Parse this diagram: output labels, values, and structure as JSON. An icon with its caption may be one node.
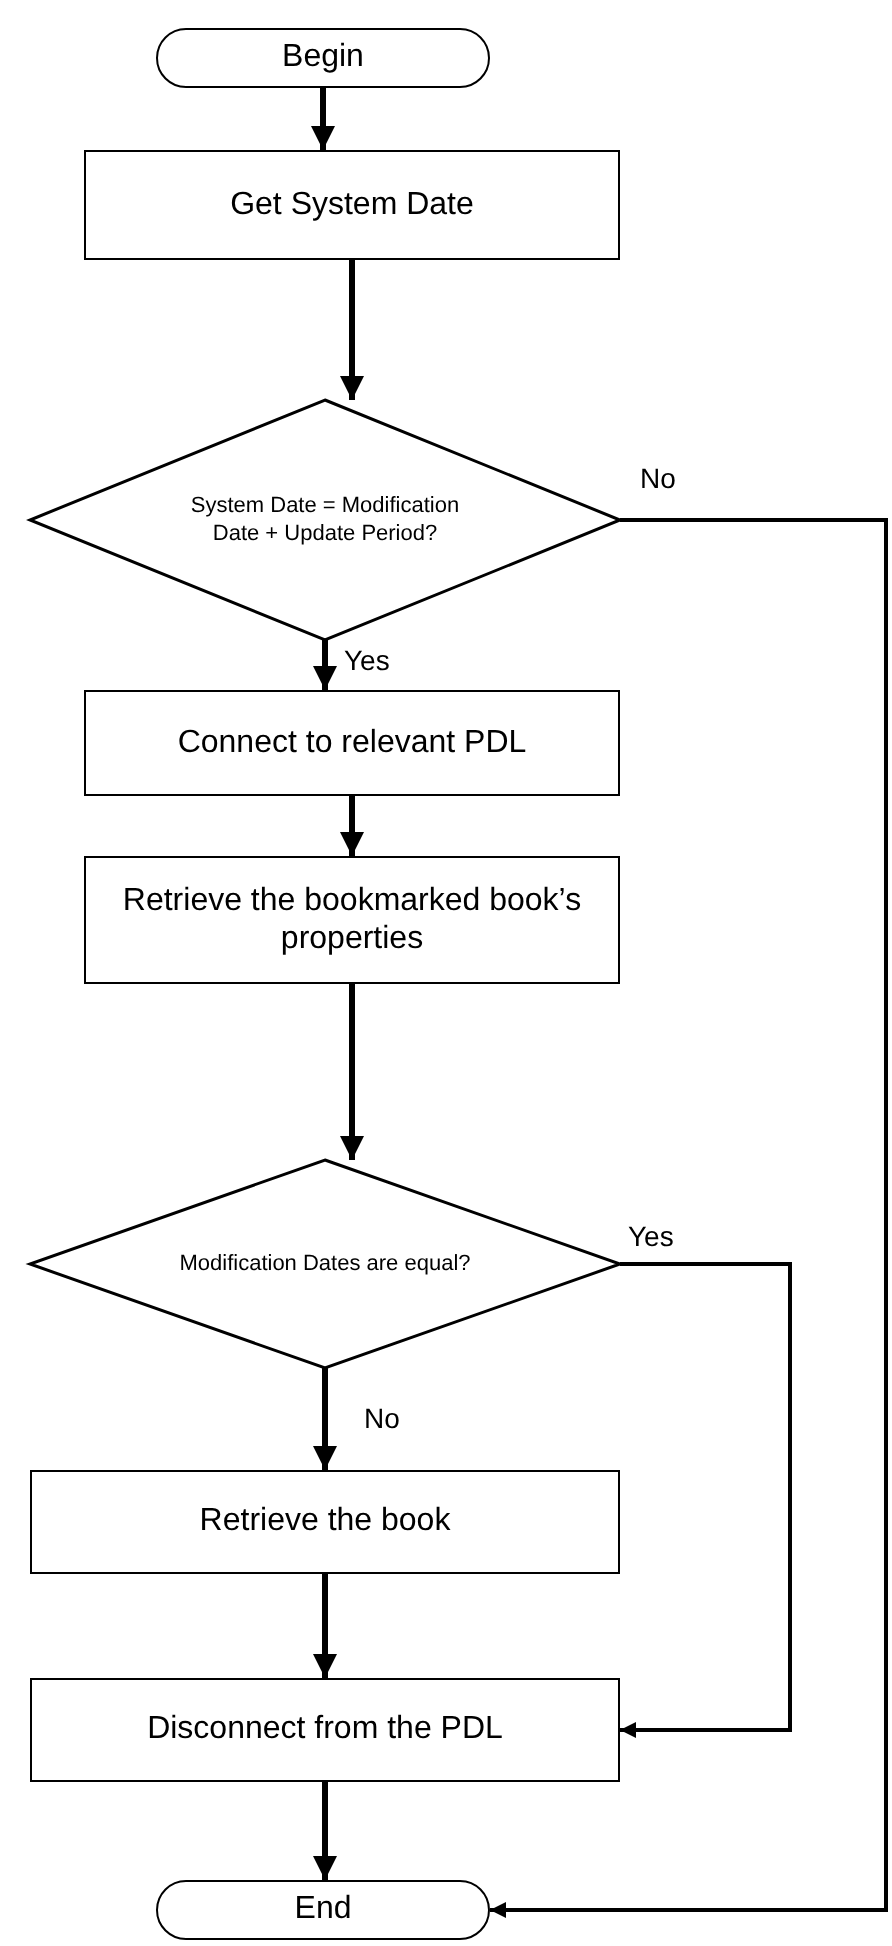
{
  "diagram": {
    "nodes": [
      {
        "text": [
          "Begin"
        ]
      },
      {
        "text": [
          "Get System Date"
        ]
      },
      {
        "text": [
          "System Date = Modification Date + Update Period?"
        ]
      },
      {
        "text": [
          "Connect to relevant PDL"
        ]
      },
      {
        "text": [
          "Retrieve the bookmarked book’s properties"
        ]
      },
      {
        "text": [
          "Modification Dates are equal?"
        ]
      },
      {
        "text": [
          "Retrieve the book"
        ]
      },
      {
        "text": [
          "Disconnect from the PDL"
        ]
      },
      {
        "text": [
          "End"
        ]
      }
    ],
    "edges": [
      {
        "from": 0,
        "to": 1,
        "arrow": "to"
      },
      {
        "from": 1,
        "to": 2,
        "arrow": "to"
      },
      {
        "from": 2,
        "to": 3,
        "arrow": "to",
        "label": "Yes"
      },
      {
        "from": 2,
        "to": 8,
        "arrow": "to",
        "label": "No"
      },
      {
        "from": 3,
        "to": 4,
        "arrow": "to"
      },
      {
        "from": 4,
        "to": 5,
        "arrow": "to"
      },
      {
        "from": 5,
        "to": 6,
        "arrow": "to",
        "label": "No"
      },
      {
        "from": 5,
        "to": 7,
        "arrow": "to",
        "label": "Yes"
      },
      {
        "from": 6,
        "to": 7,
        "arrow": "to"
      },
      {
        "from": 7,
        "to": 8,
        "arrow": "to"
      }
    ]
  }
}
